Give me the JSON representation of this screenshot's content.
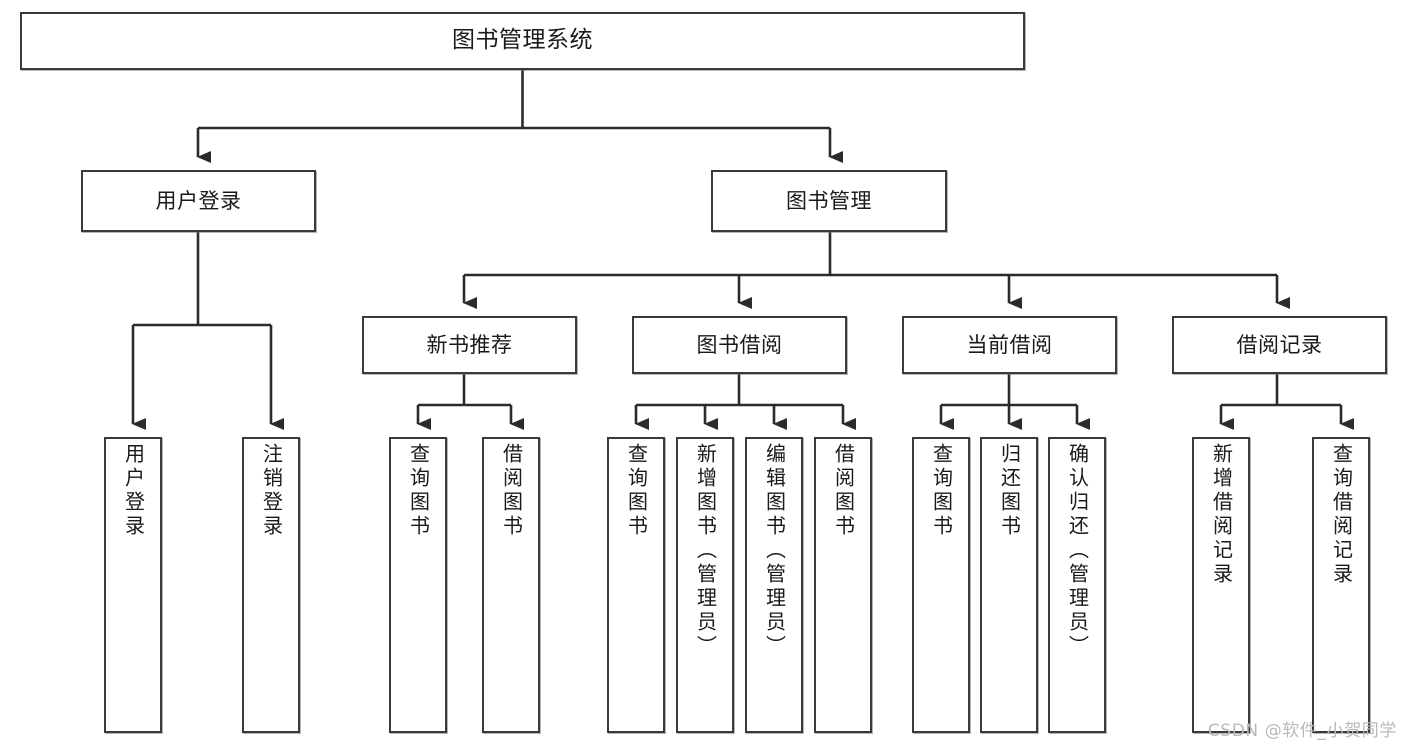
{
  "diagram": {
    "title": "图书管理系统",
    "type": "tree-hierarchy-diagram",
    "root": {
      "label": "图书管理系统"
    },
    "level2": [
      {
        "label": "用户登录"
      },
      {
        "label": "图书管理"
      }
    ],
    "level3": [
      {
        "label": "新书推荐"
      },
      {
        "label": "图书借阅"
      },
      {
        "label": "当前借阅"
      },
      {
        "label": "借阅记录"
      }
    ],
    "leaves": {
      "user_login": [
        {
          "label": "用户登录"
        },
        {
          "label": "注销登录"
        }
      ],
      "new_book_recommend": [
        {
          "label": "查询图书"
        },
        {
          "label": "借阅图书"
        }
      ],
      "book_borrow": [
        {
          "label": "查询图书"
        },
        {
          "label": "新增图书（管理员）"
        },
        {
          "label": "编辑图书（管理员）"
        },
        {
          "label": "借阅图书"
        }
      ],
      "current_borrow": [
        {
          "label": "查询图书"
        },
        {
          "label": "归还图书"
        },
        {
          "label": "确认归还（管理员）"
        }
      ],
      "borrow_record": [
        {
          "label": "新增借阅记录"
        },
        {
          "label": "查询借阅记录"
        }
      ]
    }
  },
  "watermark": {
    "text": "CSDN @软件_小贺同学"
  },
  "colors": {
    "box_border": "#3a3a3a",
    "connector": "#2b2b2b",
    "background": "#ffffff",
    "watermark": "#b9b9b9"
  }
}
